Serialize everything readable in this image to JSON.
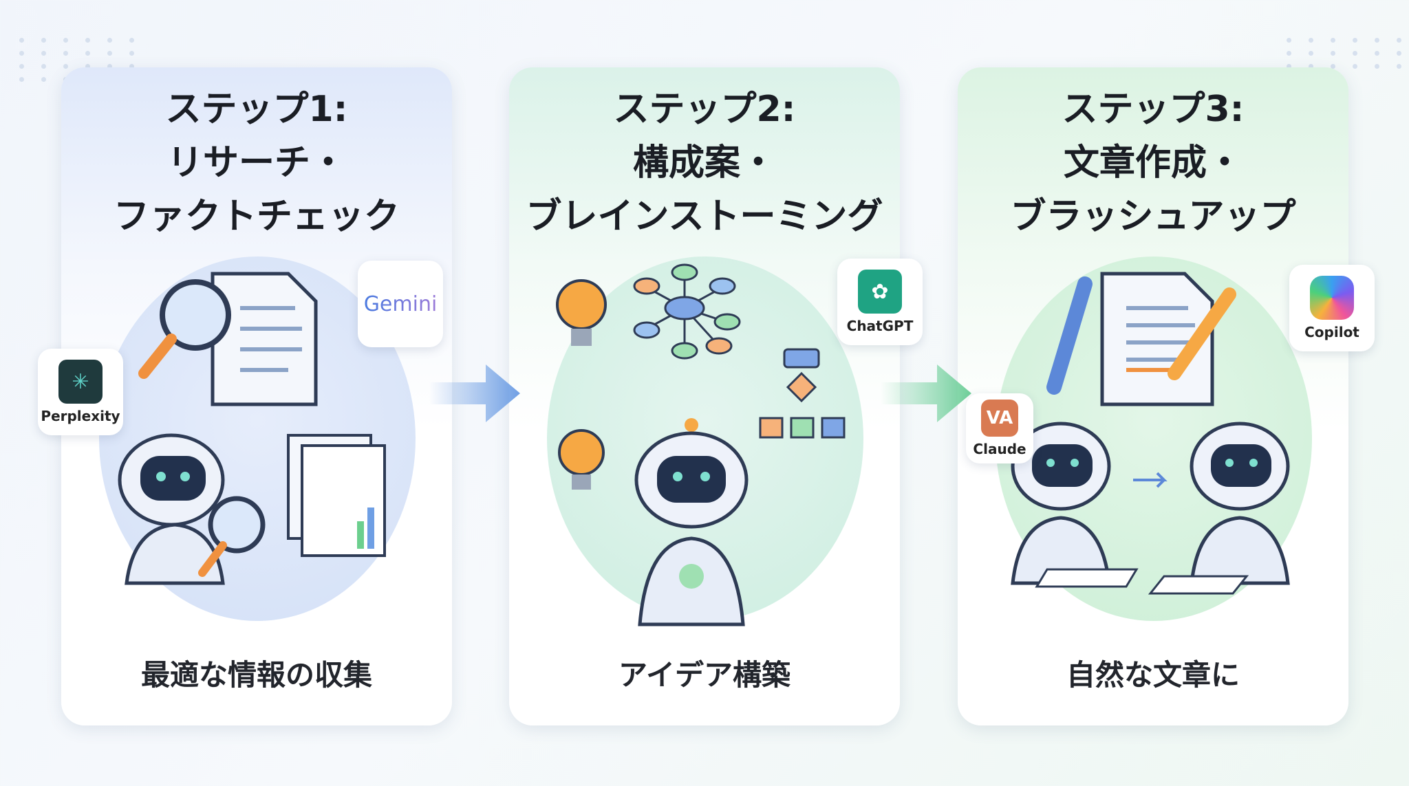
{
  "steps": [
    {
      "title_lines": [
        "ステップ1:",
        "リサーチ・",
        "ファクトチェック"
      ],
      "caption": "最適な情報の収集",
      "tools": [
        "Perplexity",
        "Gemini"
      ]
    },
    {
      "title_lines": [
        "ステップ2:",
        "構成案・",
        "ブレインストーミング"
      ],
      "caption": "アイデア構築",
      "tools": [
        "ChatGPT"
      ]
    },
    {
      "title_lines": [
        "ステップ3:",
        "文章作成・",
        "ブラッシュアップ"
      ],
      "caption": "自然な文章に",
      "tools": [
        "Claude",
        "Copilot"
      ]
    }
  ],
  "colors": {
    "step1": "#dfe8fa",
    "step2": "#dbf2e9",
    "step3": "#dcf3e3",
    "arrow1": "#6f9fe4",
    "arrow2": "#6fcf9a"
  }
}
